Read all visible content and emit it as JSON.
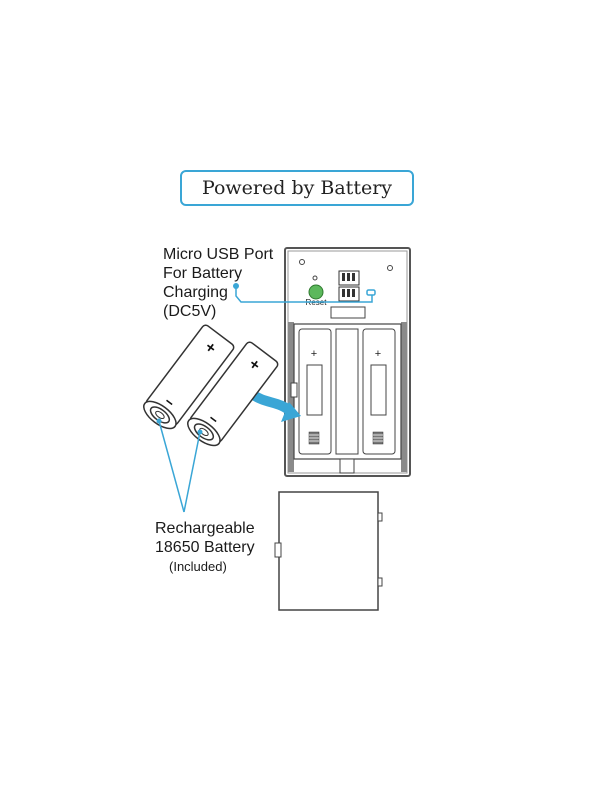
{
  "title": "Powered by Battery",
  "usb_label": {
    "line1": "Micro USB Port",
    "line2": "For Battery",
    "line3": "Charging",
    "line4": "(DC5V)"
  },
  "battery_label": {
    "line1": "Rechargeable",
    "line2": "18650 Battery",
    "line3": "(Included)"
  },
  "device": {
    "reset_label": "Reset",
    "plus_sign": "+",
    "minus_sign": "−"
  },
  "colors": {
    "accent": "#3aa6d6",
    "reset_button": "#5cb85c",
    "device_body": "#7a7a7a"
  }
}
